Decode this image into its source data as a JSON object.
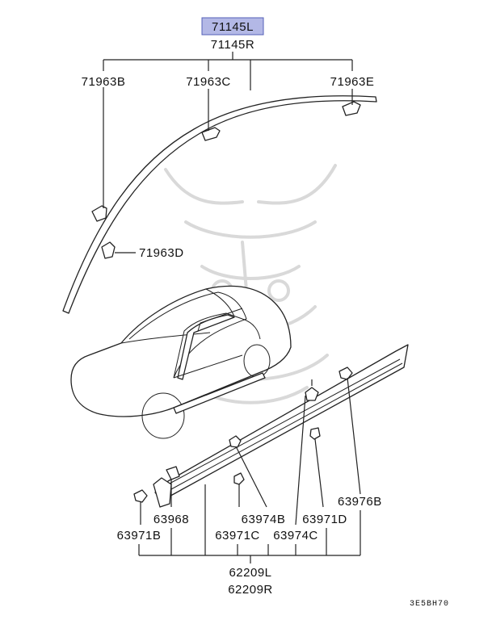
{
  "header": {
    "top_code_highlighted": "71145L",
    "top_code_pair": "71145R"
  },
  "callouts": {
    "c71963B": "71963B",
    "c71963C": "71963C",
    "c71963E": "71963E",
    "c71963D": "71963D",
    "c63976B": "63976B",
    "c63968": "63968",
    "c63974B": "63974B",
    "c63971D": "63971D",
    "c63971B": "63971B",
    "c63971C": "63971C",
    "c63974C": "63974C"
  },
  "footer": {
    "bottom_code": "62209L",
    "bottom_code_pair": "62209R",
    "diagram_ref": "3E5BH70"
  },
  "colors": {
    "highlight_fill": "#b3b8e6",
    "highlight_border": "#5560b8",
    "line": "#222222",
    "watermark": "#d9d9d9"
  }
}
